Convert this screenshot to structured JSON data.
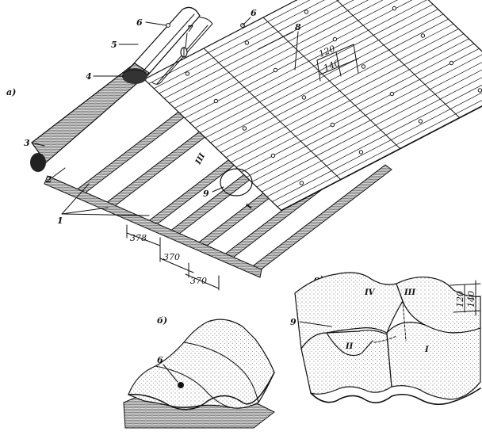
{
  "figure": {
    "panel_labels": [
      "а)",
      "б)",
      "в)"
    ],
    "callouts": [
      "1",
      "2",
      "3",
      "4",
      "5",
      "6",
      "7",
      "8",
      "9"
    ],
    "dimensions_top": [
      "120",
      "140"
    ],
    "dimensions_bottom": [
      "378",
      "370",
      "370"
    ],
    "detail_dimensions": [
      "120",
      "140"
    ],
    "sheet_numbers": [
      "I",
      "II",
      "III",
      "IV"
    ]
  }
}
